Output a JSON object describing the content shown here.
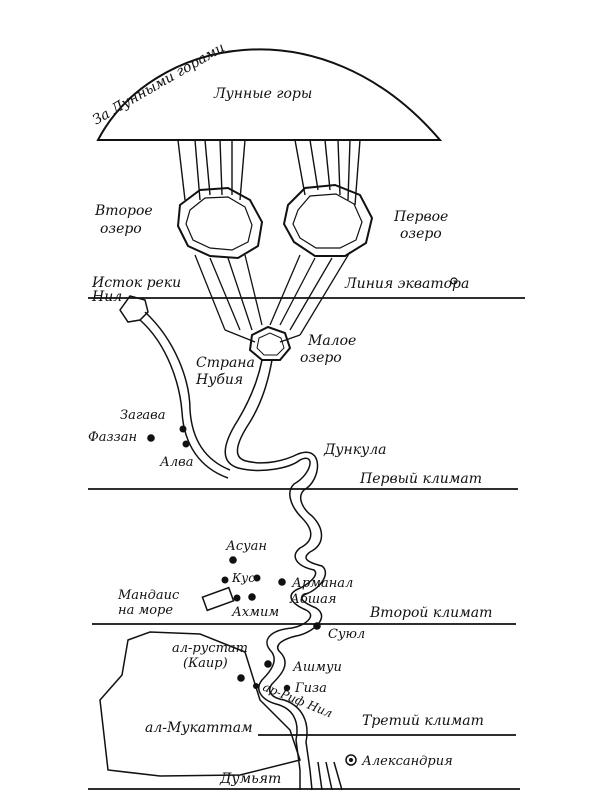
{
  "labels": {
    "beyond_moon_mountains": "За Лунными горами",
    "moon_mountains": "Лунные горы",
    "second_lake_1": "Второе",
    "second_lake_2": "озеро",
    "first_lake_1": "Первое",
    "first_lake_2": "озеро",
    "nile_source_1": "Исток реки",
    "nile_source_2": "Нил",
    "equator_line": "Линия экватора",
    "small_lake_1": "Малое",
    "small_lake_2": "озеро",
    "nubia_1": "Страна",
    "nubia_2": "Нубия",
    "zagava": "Загава",
    "fazzan": "Фаззан",
    "alva": "Алва",
    "dunkula": "Дункула",
    "first_climate": "Первый климат",
    "aswan": "Асуан",
    "kus": "Кус",
    "armanal": "Арманал",
    "abshaya": "Абшая",
    "akhmim": "Ахмим",
    "mandais_1": "Мандаис",
    "mandais_2": "на море",
    "second_climate": "Второй климат",
    "suyul": "Суюл",
    "rustat_1": "ал-рустат",
    "rustat_2": "(Каир)",
    "ashmui": "Ашмуи",
    "giza": "Гиза",
    "rif_nile": "ар-Риф Нил",
    "mukattam": "ал-Мукаттам",
    "third_climate": "Третий климат",
    "alexandria": "Александрия",
    "dumyat": "Думьят"
  },
  "colors": {
    "ink": "#111111",
    "paper": "#ffffff"
  }
}
